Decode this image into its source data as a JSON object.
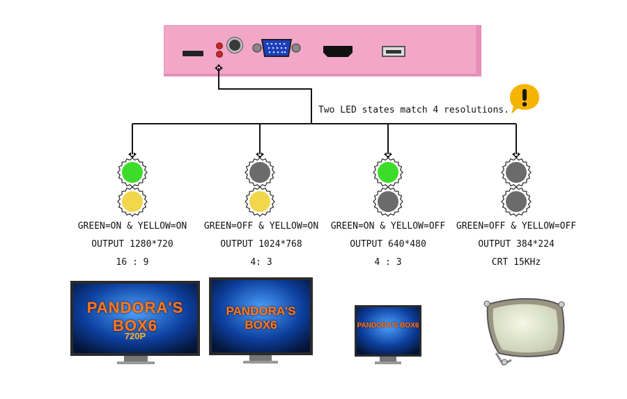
{
  "device": {
    "note": "Two LED states match 4 resolutions.",
    "warning_icon": "exclamation-speech-bubble-icon"
  },
  "modes": [
    {
      "led_state": "GREEN=ON & YELLOW=ON",
      "output": "OUTPUT 1280*720",
      "aspect": "16 : 9",
      "top_led": "green",
      "bottom_led": "yellow",
      "screen_badge": "720P",
      "display": "wide-monitor"
    },
    {
      "led_state": "GREEN=OFF & YELLOW=ON",
      "output": "OUTPUT 1024*768",
      "aspect": "4: 3",
      "top_led": "gray",
      "bottom_led": "yellow",
      "display": "monitor"
    },
    {
      "led_state": "GREEN=ON & YELLOW=OFF",
      "output": "OUTPUT 640*480",
      "aspect": "4 : 3",
      "top_led": "green",
      "bottom_led": "gray",
      "display": "small-monitor"
    },
    {
      "led_state": "GREEN=OFF & YELLOW=OFF",
      "output": "OUTPUT 384*224",
      "aspect": "CRT 15KHz",
      "top_led": "gray",
      "bottom_led": "gray",
      "display": "crt-tube"
    }
  ],
  "screen_logo": "PANDORA'S BOX6",
  "colors": {
    "green": "#3ddc2a",
    "yellow": "#f2d64b",
    "gray": "#6b6b6b",
    "box": "#f2a7c9"
  }
}
